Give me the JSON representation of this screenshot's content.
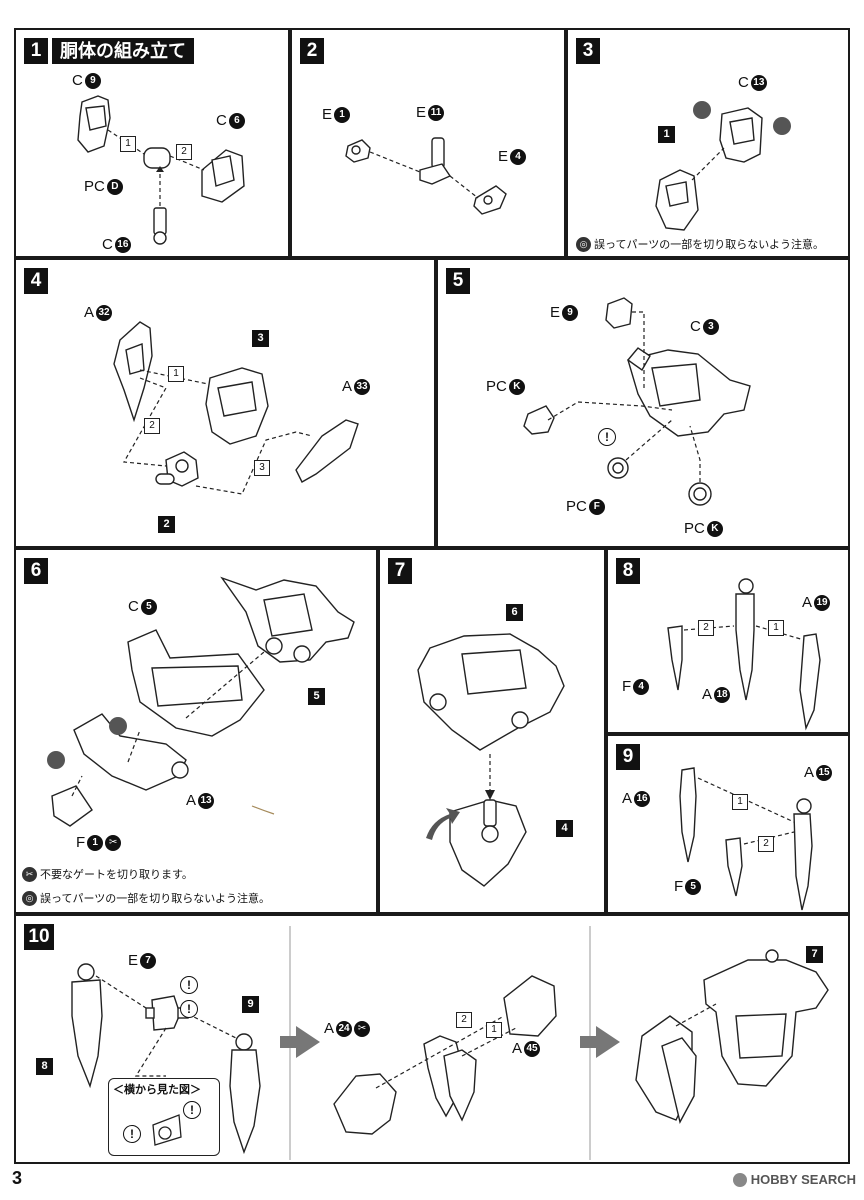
{
  "steps": [
    {
      "num": "1",
      "title": "胴体の組み立て"
    },
    {
      "num": "2"
    },
    {
      "num": "3"
    },
    {
      "num": "4"
    },
    {
      "num": "5"
    },
    {
      "num": "6"
    },
    {
      "num": "7"
    },
    {
      "num": "8"
    },
    {
      "num": "9"
    },
    {
      "num": "10"
    }
  ],
  "parts": {
    "s1": {
      "c9": {
        "r": "C",
        "n": "9"
      },
      "c6": {
        "r": "C",
        "n": "6"
      },
      "pcd": {
        "r": "PC",
        "n": "D"
      },
      "c16": {
        "r": "C",
        "n": "16"
      }
    },
    "s2": {
      "e1": {
        "r": "E",
        "n": "1"
      },
      "e11": {
        "r": "E",
        "n": "11"
      },
      "e4": {
        "r": "E",
        "n": "4"
      }
    },
    "s3": {
      "c13": {
        "r": "C",
        "n": "13"
      },
      "ref1": "1"
    },
    "s4": {
      "a32": {
        "r": "A",
        "n": "32"
      },
      "a33": {
        "r": "A",
        "n": "33"
      },
      "ref3": "3",
      "ref2": "2"
    },
    "s5": {
      "e9": {
        "r": "E",
        "n": "9"
      },
      "c3": {
        "r": "C",
        "n": "3"
      },
      "pck1": {
        "r": "PC",
        "n": "K"
      },
      "pcf": {
        "r": "PC",
        "n": "F"
      },
      "pck2": {
        "r": "PC",
        "n": "K"
      }
    },
    "s6": {
      "c5": {
        "r": "C",
        "n": "5"
      },
      "a13": {
        "r": "A",
        "n": "13"
      },
      "f1": {
        "r": "F",
        "n": "1"
      },
      "ref5": "5"
    },
    "s7": {
      "ref6": "6",
      "ref4": "4"
    },
    "s8": {
      "a19": {
        "r": "A",
        "n": "19"
      },
      "f4": {
        "r": "F",
        "n": "4"
      },
      "a18": {
        "r": "A",
        "n": "18"
      }
    },
    "s9": {
      "a16": {
        "r": "A",
        "n": "16"
      },
      "a15": {
        "r": "A",
        "n": "15"
      },
      "f5": {
        "r": "F",
        "n": "5"
      }
    },
    "s10": {
      "e7": {
        "r": "E",
        "n": "7"
      },
      "ref8": "8",
      "ref9": "9",
      "a24": {
        "r": "A",
        "n": "24"
      },
      "a45": {
        "r": "A",
        "n": "45"
      },
      "ref7": "7",
      "inset": "＜横から見た図＞"
    }
  },
  "order": {
    "one": "1",
    "two": "2",
    "three": "3"
  },
  "notes": {
    "careful": "誤ってパーツの一部を切り取らないよう注意。",
    "gate": "不要なゲートを切り取ります。",
    "warn": "!"
  },
  "footer": {
    "page": "3",
    "brand": "HOBBY SEARCH"
  }
}
